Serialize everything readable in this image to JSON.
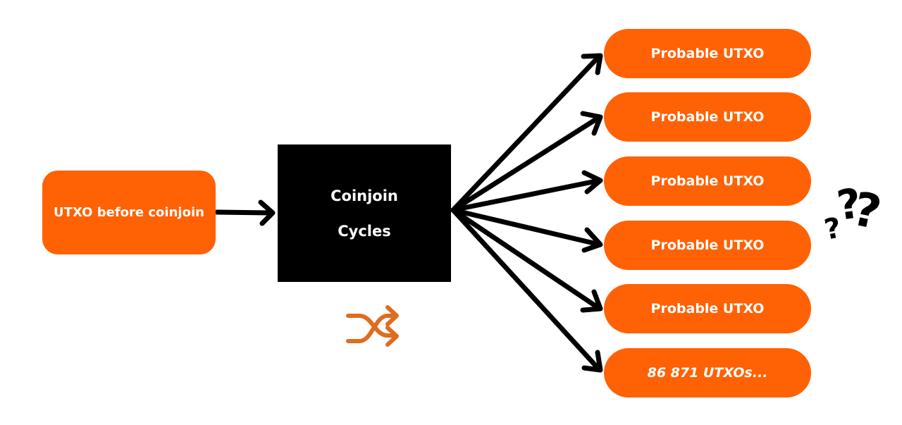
{
  "source_label": "UTXO before coinjoin",
  "mixer": {
    "line1": "Coinjoin",
    "line2": "Cycles"
  },
  "outputs": [
    {
      "label": "Probable UTXO"
    },
    {
      "label": "Probable UTXO"
    },
    {
      "label": "Probable UTXO"
    },
    {
      "label": "Probable UTXO"
    },
    {
      "label": "Probable UTXO"
    },
    {
      "label": "86 871 UTXOs..."
    }
  ],
  "icons": {
    "shuffle": "shuffle-icon",
    "question_marks": "question-marks-icon"
  },
  "colors": {
    "accent": "#ff6105",
    "box": "#000000",
    "text": "#ffffff",
    "shuffle": "#e06c1f"
  }
}
